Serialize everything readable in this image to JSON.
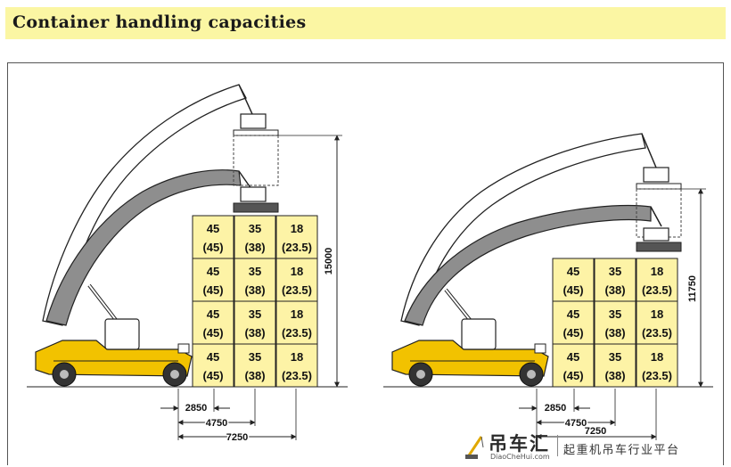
{
  "header": {
    "title": "Container handling capacities"
  },
  "diagrams": [
    {
      "id": "left",
      "height_label": "15000",
      "columns": [
        {
          "rows": [
            {
              "cap": "45",
              "sub": "(45)"
            },
            {
              "cap": "45",
              "sub": "(45)"
            },
            {
              "cap": "45",
              "sub": "(45)"
            },
            {
              "cap": "45",
              "sub": "(45)"
            }
          ]
        },
        {
          "rows": [
            {
              "cap": "35",
              "sub": "(38)"
            },
            {
              "cap": "35",
              "sub": "(38)"
            },
            {
              "cap": "35",
              "sub": "(38)"
            },
            {
              "cap": "35",
              "sub": "(38)"
            }
          ]
        },
        {
          "rows": [
            {
              "cap": "18",
              "sub": "(23.5)"
            },
            {
              "cap": "18",
              "sub": "(23.5)"
            },
            {
              "cap": "18",
              "sub": "(23.5)"
            },
            {
              "cap": "18",
              "sub": "(23.5)"
            }
          ]
        }
      ],
      "dims": [
        "2850",
        "4750",
        "7250"
      ]
    },
    {
      "id": "right",
      "height_label": "11750",
      "columns": [
        {
          "rows": [
            {
              "cap": "45",
              "sub": "(45)"
            },
            {
              "cap": "45",
              "sub": "(45)"
            },
            {
              "cap": "45",
              "sub": "(45)"
            }
          ]
        },
        {
          "rows": [
            {
              "cap": "35",
              "sub": "(38)"
            },
            {
              "cap": "35",
              "sub": "(38)"
            },
            {
              "cap": "35",
              "sub": "(38)"
            }
          ]
        },
        {
          "rows": [
            {
              "cap": "18",
              "sub": "(23.5)"
            },
            {
              "cap": "18",
              "sub": "(23.5)"
            },
            {
              "cap": "18",
              "sub": "(23.5)"
            }
          ]
        }
      ],
      "dims": [
        "2850",
        "4750",
        "7250"
      ]
    }
  ],
  "watermark": {
    "brand_cn": "吊车汇",
    "url": "DiaoCheHui.com",
    "slogan_cn": "起重机吊车行业平台"
  },
  "colors": {
    "header_bg": "#fbf6a3",
    "container_fill": "#fdf3a6",
    "machine_yellow": "#f2c200",
    "boom_gray": "#8e8e8e",
    "line": "#222222"
  }
}
